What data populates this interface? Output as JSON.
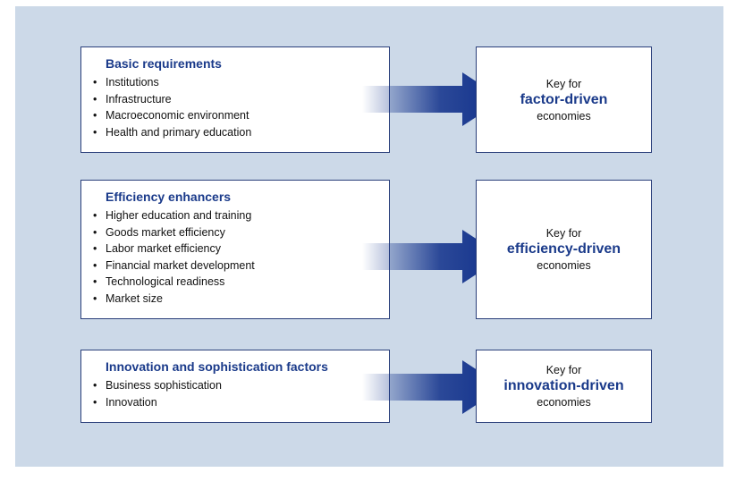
{
  "groups": [
    {
      "heading": "Basic requirements",
      "items": [
        "Institutions",
        "Infrastructure",
        "Macroeconomic environment",
        "Health and primary education"
      ],
      "key_label": "Key for",
      "stage": "factor-driven",
      "economies": "economies"
    },
    {
      "heading": "Efficiency enhancers",
      "items": [
        "Higher education and training",
        "Goods market efficiency",
        "Labor market efficiency",
        "Financial market development",
        "Technological readiness",
        "Market size"
      ],
      "key_label": "Key for",
      "stage": "efficiency-driven",
      "economies": "economies"
    },
    {
      "heading": "Innovation and sophistication factors",
      "items": [
        "Business sophistication",
        "Innovation"
      ],
      "key_label": "Key for",
      "stage": "innovation-driven",
      "economies": "economies"
    }
  ],
  "colors": {
    "panel": "#ccd9e8",
    "heading": "#1a3a8a",
    "arrow": "#0f2f8a",
    "border": "#2a3f7a"
  }
}
